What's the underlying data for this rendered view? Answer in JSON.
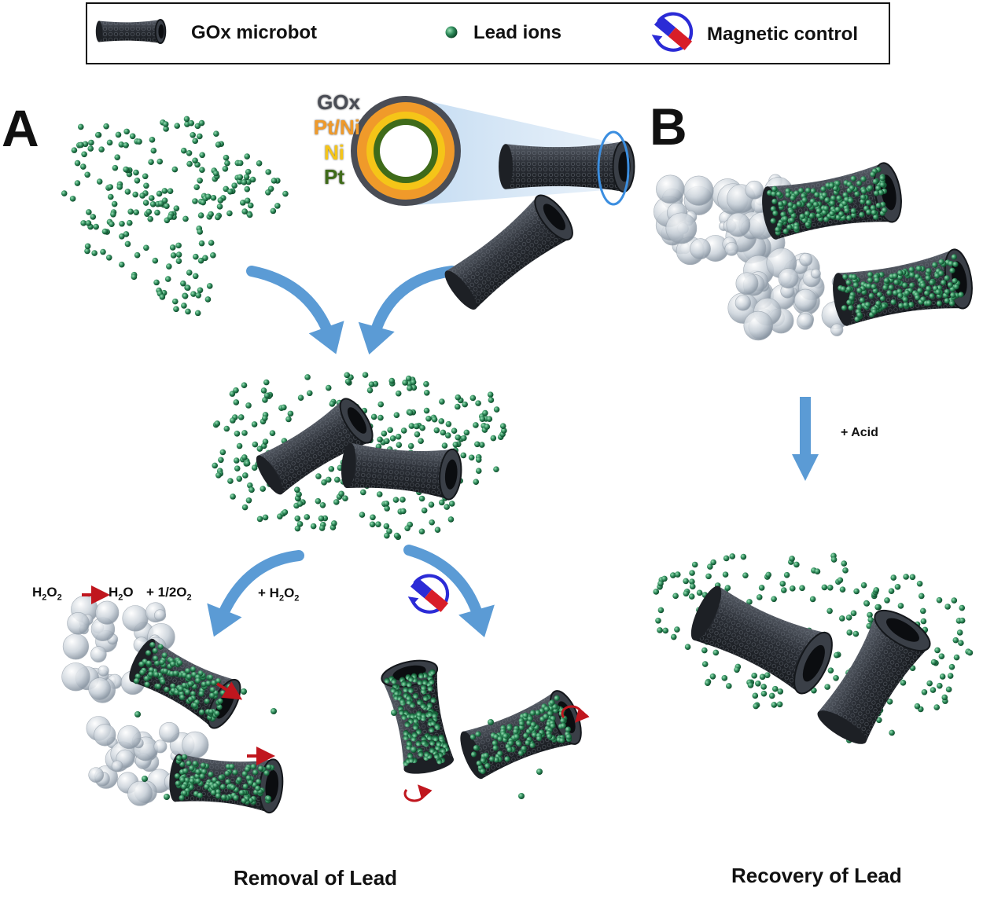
{
  "legend": {
    "microbot_label": "GOx microbot",
    "lead_label": "Lead ions",
    "magnet_label": "Magnetic control"
  },
  "panels": {
    "a_letter": "A",
    "b_letter": "B"
  },
  "layers": [
    {
      "label": "GOx",
      "color": "#4a4d55"
    },
    {
      "label": "Pt/Ni",
      "color": "#f09a2a"
    },
    {
      "label": "Ni",
      "color": "#f5c518"
    },
    {
      "label": "Pt",
      "color": "#3f6b1a"
    }
  ],
  "reaction": {
    "reactant": "H",
    "reactant_sub1": "2",
    "reactant_mid": "O",
    "reactant_sub2": "2",
    "product1": "H",
    "product1_sub": "2",
    "product1_tail": "O",
    "product2": "+ 1/2O",
    "product2_sub": "2"
  },
  "add_h2o2": {
    "text": "+ H",
    "sub1": "2",
    "mid": "O",
    "sub2": "2"
  },
  "add_acid": "+ Acid",
  "captions": {
    "removal": "Removal of Lead",
    "recovery": "Recovery of Lead"
  },
  "colors": {
    "lead": "#2e8a5a",
    "tube": "#2b2f36",
    "arrow": "#5b9bd5",
    "red_arrow": "#c0161e",
    "bubble": "#b8c2cc",
    "magnet_red": "#d81e28",
    "magnet_blue": "#2b2bd6"
  }
}
